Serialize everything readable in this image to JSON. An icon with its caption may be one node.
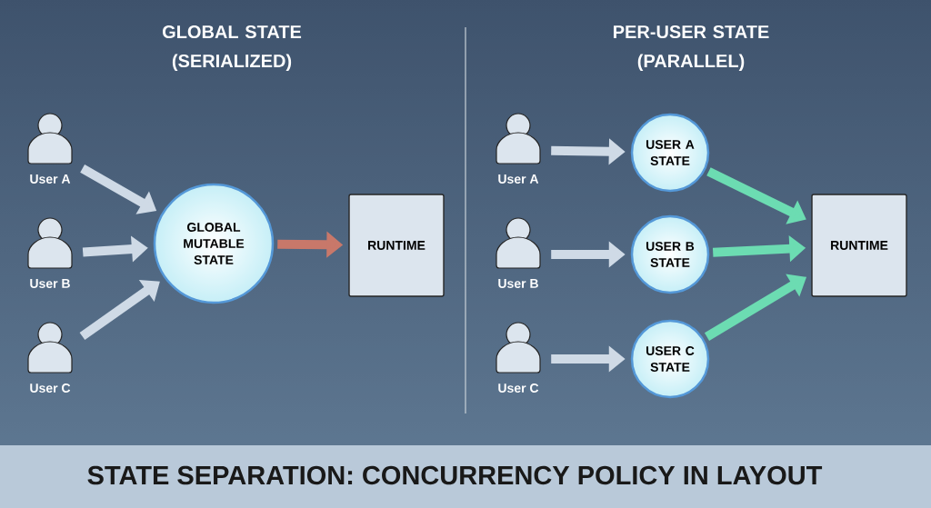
{
  "diagram": {
    "title": "STATE SEPARATION: CONCURRENCY POLICY IN LAYOUT",
    "nodes": [
      {
        "text": [
          "User A"
        ]
      },
      {
        "text": [
          "User B"
        ]
      },
      {
        "text": [
          "User C"
        ]
      },
      {
        "text": [
          "GLOBAL MUTABLE STATE"
        ]
      },
      {
        "text": [
          "RUNTIME"
        ]
      },
      {
        "text": [
          "User A"
        ]
      },
      {
        "text": [
          "User B"
        ]
      },
      {
        "text": [
          "User C"
        ]
      },
      {
        "text": [
          "USER A STATE"
        ]
      },
      {
        "text": [
          "USER B STATE"
        ]
      },
      {
        "text": [
          "USER C STATE"
        ]
      },
      {
        "text": [
          "RUNTIME"
        ]
      }
    ],
    "edges": [
      {
        "from": 0,
        "to": 3,
        "arrow": "to"
      },
      {
        "from": 1,
        "to": 3,
        "arrow": "to"
      },
      {
        "from": 2,
        "to": 3,
        "arrow": "to"
      },
      {
        "from": 3,
        "to": 4,
        "arrow": "to",
        "color": "#c8786a"
      },
      {
        "from": 5,
        "to": 8,
        "arrow": "to"
      },
      {
        "from": 6,
        "to": 9,
        "arrow": "to"
      },
      {
        "from": 7,
        "to": 10,
        "arrow": "to"
      },
      {
        "from": 8,
        "to": 11,
        "arrow": "to",
        "color": "#6cdcb2"
      },
      {
        "from": 9,
        "to": 11,
        "arrow": "to",
        "color": "#6cdcb2"
      },
      {
        "from": 10,
        "to": 11,
        "arrow": "to",
        "color": "#6cdcb2"
      }
    ],
    "labels": [
      "GLOBAL STATE (SERIALIZED)",
      "PER-USER STATE (PARALLEL)"
    ]
  }
}
